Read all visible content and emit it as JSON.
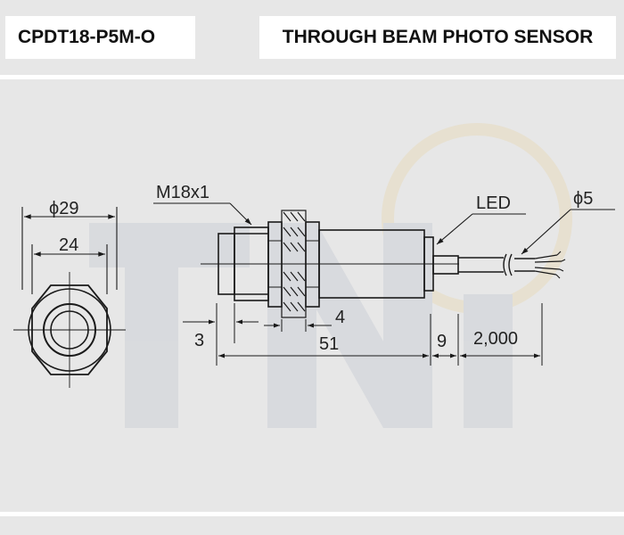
{
  "header": {
    "model": "CPDT18-P5M-O",
    "title": "THROUGH BEAM PHOTO SENSOR"
  },
  "drawing": {
    "front_view": {
      "outer_diameter_label": "ϕ29",
      "hex_width_label": "24"
    },
    "side_view": {
      "thread_label": "M18x1",
      "led_label": "LED",
      "cable_diameter_label": "ϕ5",
      "dim_3": "3",
      "dim_4": "4",
      "dim_51": "51",
      "dim_9": "9",
      "dim_2000": "2,000"
    }
  },
  "colors": {
    "background": "#e7e7e7",
    "line": "#1a1a1a",
    "label_box": "#ffffff"
  }
}
